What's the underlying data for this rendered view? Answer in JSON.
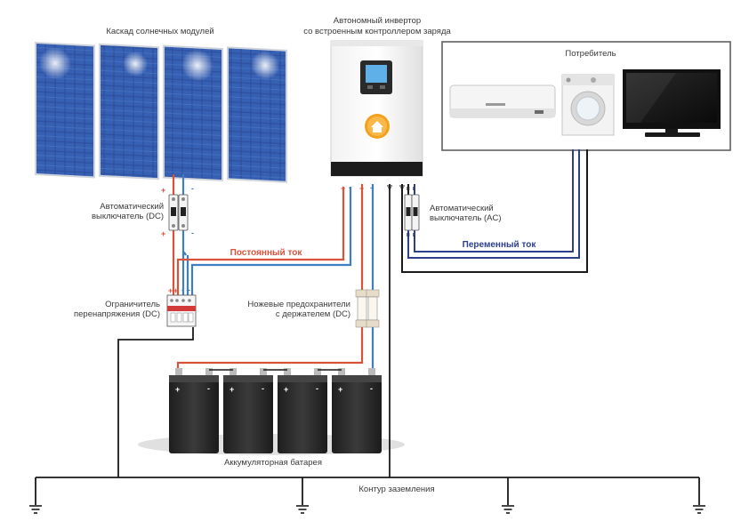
{
  "labels": {
    "solar": "Каскад солнечных модулей",
    "inverter_line1": "Автономный инвертор",
    "inverter_line2": "со встроенным контроллером заряда",
    "consumer": "Потребитель",
    "breaker_dc_line1": "Автоматический",
    "breaker_dc_line2": "выключатель (DC)",
    "breaker_ac_line1": "Автоматический",
    "breaker_ac_line2": "выключатель (AC)",
    "dc_current": "Постоянный ток",
    "ac_current": "Переменный ток",
    "surge_line1": "Ограничитель",
    "surge_line2": "перенапряжения (DC)",
    "fuse_line1": "Ножевые предохранители",
    "fuse_line2": "с держателем (DC)",
    "battery": "Аккумуляторная батарея",
    "ground": "Контур заземления"
  },
  "signs": {
    "plus": "+",
    "minus": "-",
    "n": "N",
    "l": "L"
  },
  "colors": {
    "dc_positive": "#d9533a",
    "dc_negative": "#3f7fc1",
    "ac_line": "#2c3f8f",
    "ground": "#1a1a1a",
    "battery": "#2b2b2b",
    "panel": "#2b4fa0",
    "inverter_icon": "#f4a21e"
  },
  "icons": [
    "solar-panel-icon",
    "inverter-icon",
    "air-conditioner-icon",
    "washing-machine-icon",
    "tv-icon",
    "breaker-icon",
    "surge-protector-icon",
    "fuse-icon",
    "battery-icon",
    "ground-icon",
    "home-icon"
  ]
}
